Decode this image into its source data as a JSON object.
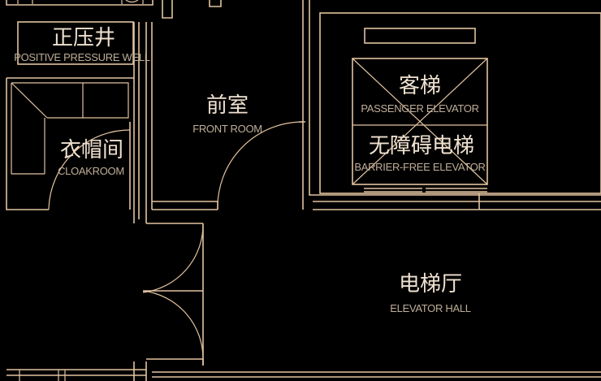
{
  "rooms": {
    "positive_pressure_well": {
      "zh": "正压井",
      "en": "POSITIVE PRESSURE WELL"
    },
    "front_room": {
      "zh": "前室",
      "en": "FRONT ROOM"
    },
    "cloakroom": {
      "zh": "衣帽间",
      "en": "CLOAKROOM"
    },
    "passenger_elevator": {
      "zh": "客梯",
      "en": "PASSENGER ELEVATOR"
    },
    "barrier_free_elevator": {
      "zh": "无障碍电梯",
      "en": "BARRIER-FREE ELEVATOR"
    },
    "elevator_hall": {
      "zh": "电梯厅",
      "en": "ELEVATOR HALL"
    }
  },
  "colors": {
    "line": "#e2c39f",
    "background": "#000000"
  }
}
